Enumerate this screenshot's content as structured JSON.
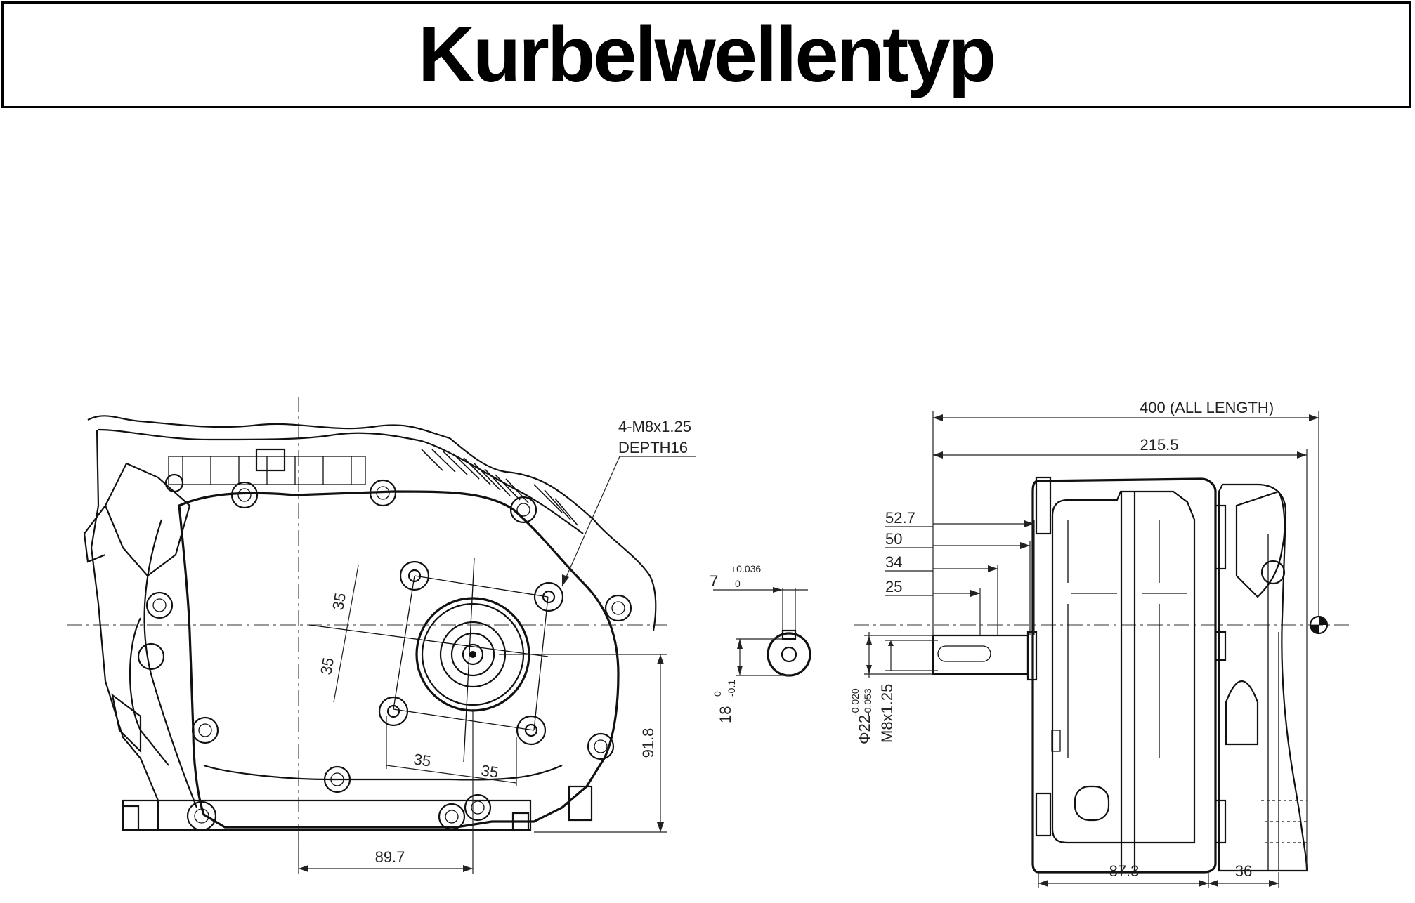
{
  "title": "Kurbelwellentyp",
  "front_view": {
    "hole_note_line1": "4-M8x1.25",
    "hole_note_line2": "DEPTH16",
    "dim_pcd_v1": "35",
    "dim_pcd_v2": "35",
    "dim_pcd_h1": "35",
    "dim_pcd_h2": "35",
    "dim_height": "91.8",
    "dim_offset": "89.7"
  },
  "shaft_section": {
    "key_width": "7",
    "key_width_tol_upper": "+0.036",
    "key_width_tol_lower": "0",
    "key_depth": "18",
    "key_depth_tol_upper": "0",
    "key_depth_tol_lower": "-0.1"
  },
  "side_view": {
    "dim_total": "400  (ALL LENGTH)",
    "dim_215": "215.5",
    "dim_52": "52.7",
    "dim_50": "50",
    "dim_34": "34",
    "dim_25": "25",
    "dim_shaft_dia": "Φ22",
    "dim_shaft_tol_upper": "-0.020",
    "dim_shaft_tol_lower": "-0.053",
    "dim_thread": "M8x1.25",
    "dim_87": "87.3",
    "dim_36": "36"
  }
}
